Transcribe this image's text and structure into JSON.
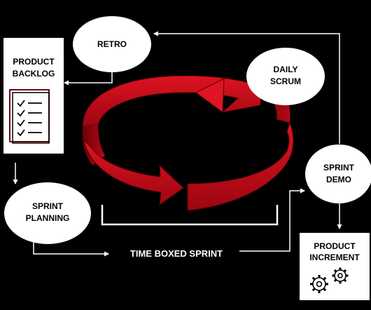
{
  "diagram": {
    "nodes": {
      "retro": "RETRO",
      "product_backlog": [
        "PRODUCT",
        "BACKLOG"
      ],
      "daily_scrum": [
        "DAILY",
        "SCRUM"
      ],
      "sprint_demo": [
        "SPRINT",
        "DEMO"
      ],
      "sprint_planning": [
        "SPRINT",
        "PLANNING"
      ],
      "product_increment": [
        "PRODUCT",
        "INCREMENT"
      ]
    },
    "caption": "TIME BOXED SPRINT",
    "icons": [
      "checklist-icon",
      "gears-icon",
      "cycle-arrows-icon"
    ],
    "colors": {
      "background": "#000000",
      "shapes": "#ffffff",
      "arrow_red": "#d2101c",
      "arrow_dark": "#7d0008",
      "lines": "#ffffff"
    }
  }
}
